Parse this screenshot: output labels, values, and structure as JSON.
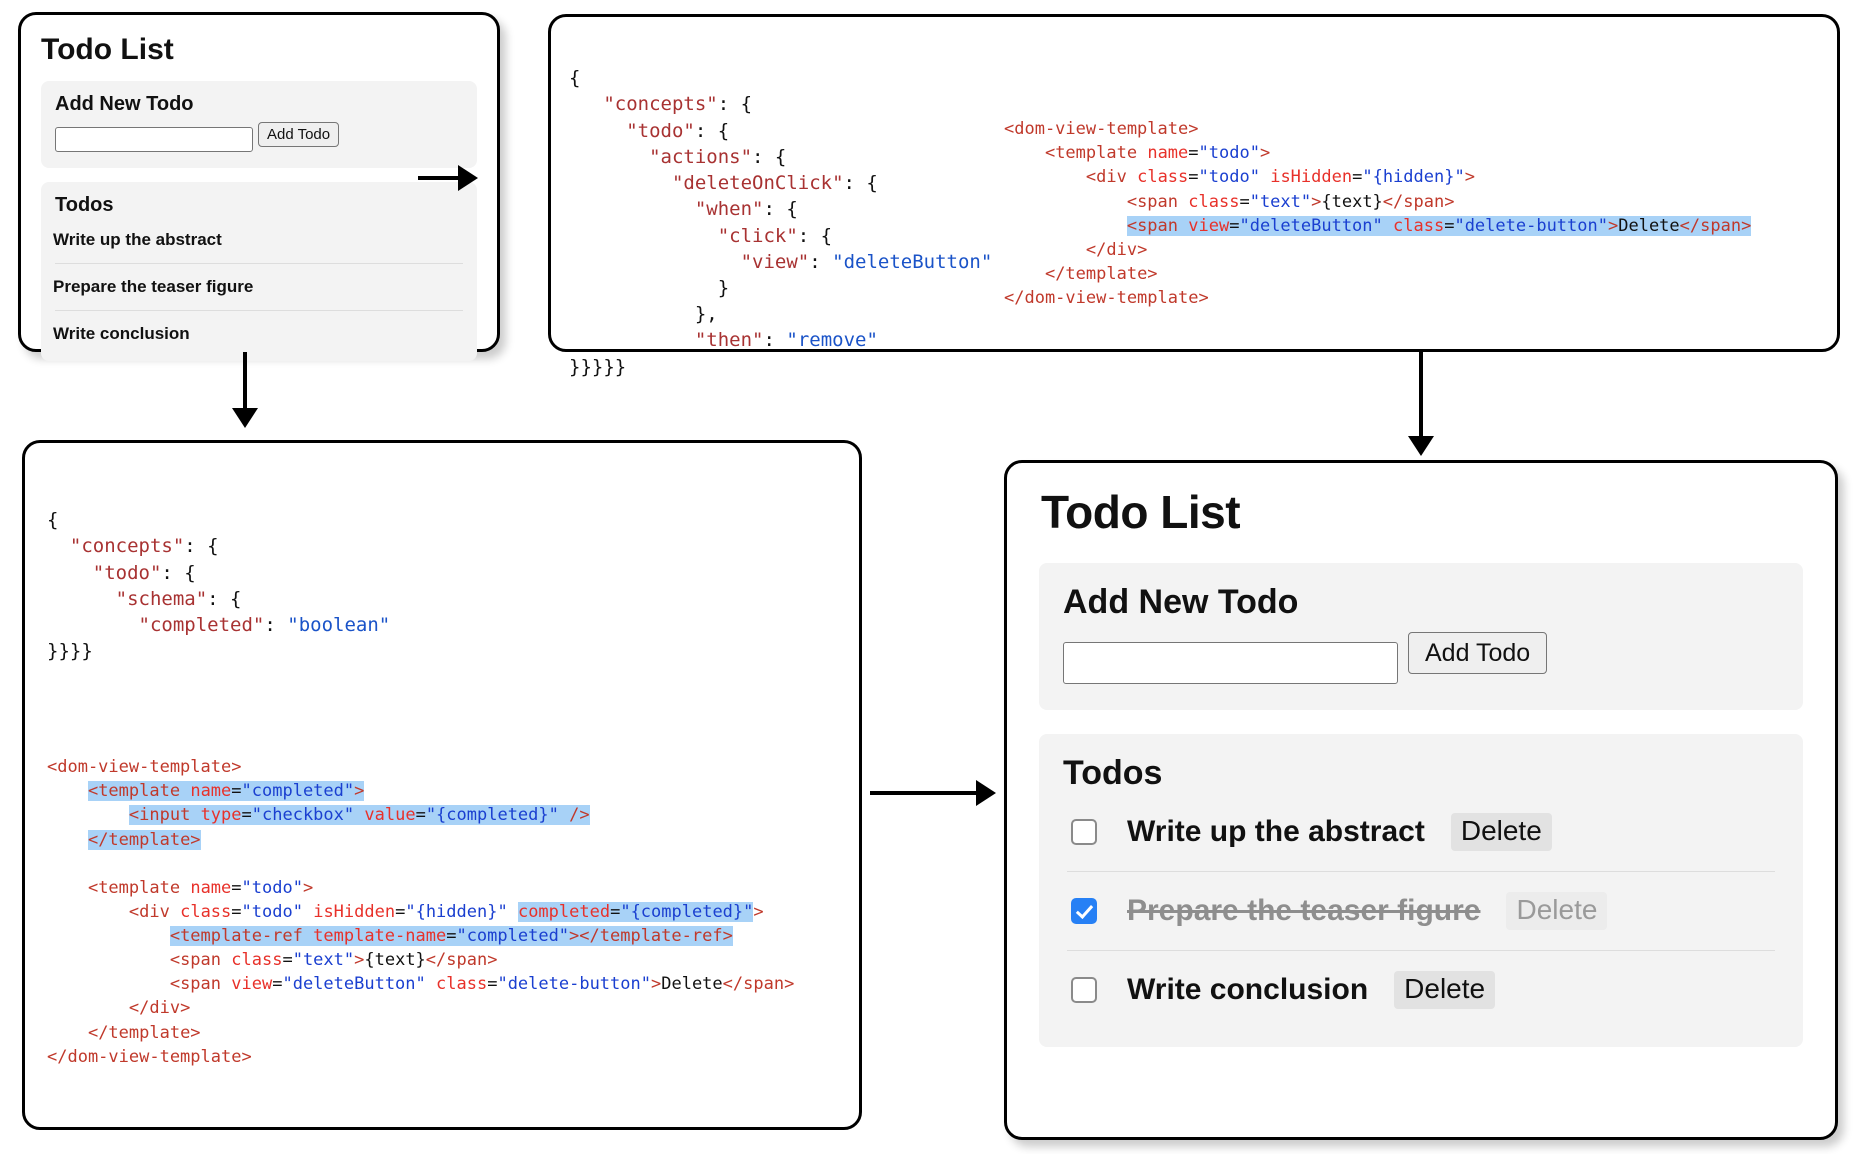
{
  "small_app": {
    "title": "Todo List",
    "add_card_title": "Add New Todo",
    "input_value": "",
    "input_placeholder": "",
    "add_button_label": "Add Todo",
    "todos_card_title": "Todos",
    "todos": [
      {
        "label": "Write up the abstract"
      },
      {
        "label": "Prepare the teaser figure"
      },
      {
        "label": "Write conclusion"
      }
    ]
  },
  "big_app": {
    "title": "Todo List",
    "add_card_title": "Add New Todo",
    "input_value": "",
    "input_placeholder": "",
    "add_button_label": "Add Todo",
    "todos_card_title": "Todos",
    "delete_label": "Delete",
    "todos": [
      {
        "label": "Write up the abstract",
        "completed": false
      },
      {
        "label": "Prepare the teaser figure",
        "completed": true
      },
      {
        "label": "Write conclusion",
        "completed": false
      }
    ]
  },
  "top_right_panel": {
    "json_code": [
      "{",
      "   \"concepts\": {",
      "     \"todo\": {",
      "       \"actions\": {",
      "         \"deleteOnClick\": {",
      "           \"when\": {",
      "             \"click\": {",
      "               \"view\": \"deleteButton\"",
      "             }",
      "           },",
      "           \"then\": \"remove\"",
      "}}}}}"
    ],
    "xml_code": [
      "<dom-view-template>",
      "    <template name=\"todo\">",
      "        <div class=\"todo\" isHidden=\"{hidden}\">",
      "            <span class=\"text\">{text}</span>",
      "            <span view=\"deleteButton\" class=\"delete-button\">Delete</span>",
      "        </div>",
      "    </template>",
      "</dom-view-template>"
    ]
  },
  "bottom_left_panel": {
    "json_code": [
      "{",
      "  \"concepts\": {",
      "    \"todo\": {",
      "      \"schema\": {",
      "        \"completed\": \"boolean\"",
      "}}}}"
    ],
    "xml_code": [
      "<dom-view-template>",
      "    <template name=\"completed\">",
      "        <input type=\"checkbox\" value=\"{completed}\" />",
      "    </template>",
      "",
      "    <template name=\"todo\">",
      "        <div class=\"todo\" isHidden=\"{hidden}\" completed=\"{completed}\">",
      "            <template-ref template-name=\"completed\"></template-ref>",
      "            <span class=\"text\">{text}</span>",
      "            <span view=\"deleteButton\" class=\"delete-button\">Delete</span>",
      "        </div>",
      "    </template>",
      "</dom-view-template>"
    ]
  },
  "colors": {
    "json_key": "#a83232",
    "json_string": "#1a53c8",
    "xml_tag": "#c0392b",
    "xml_attr": "#e8312a",
    "xml_value": "#1a3fd0",
    "highlight": "#a8d2f7",
    "checkbox_checked": "#2680f5"
  }
}
